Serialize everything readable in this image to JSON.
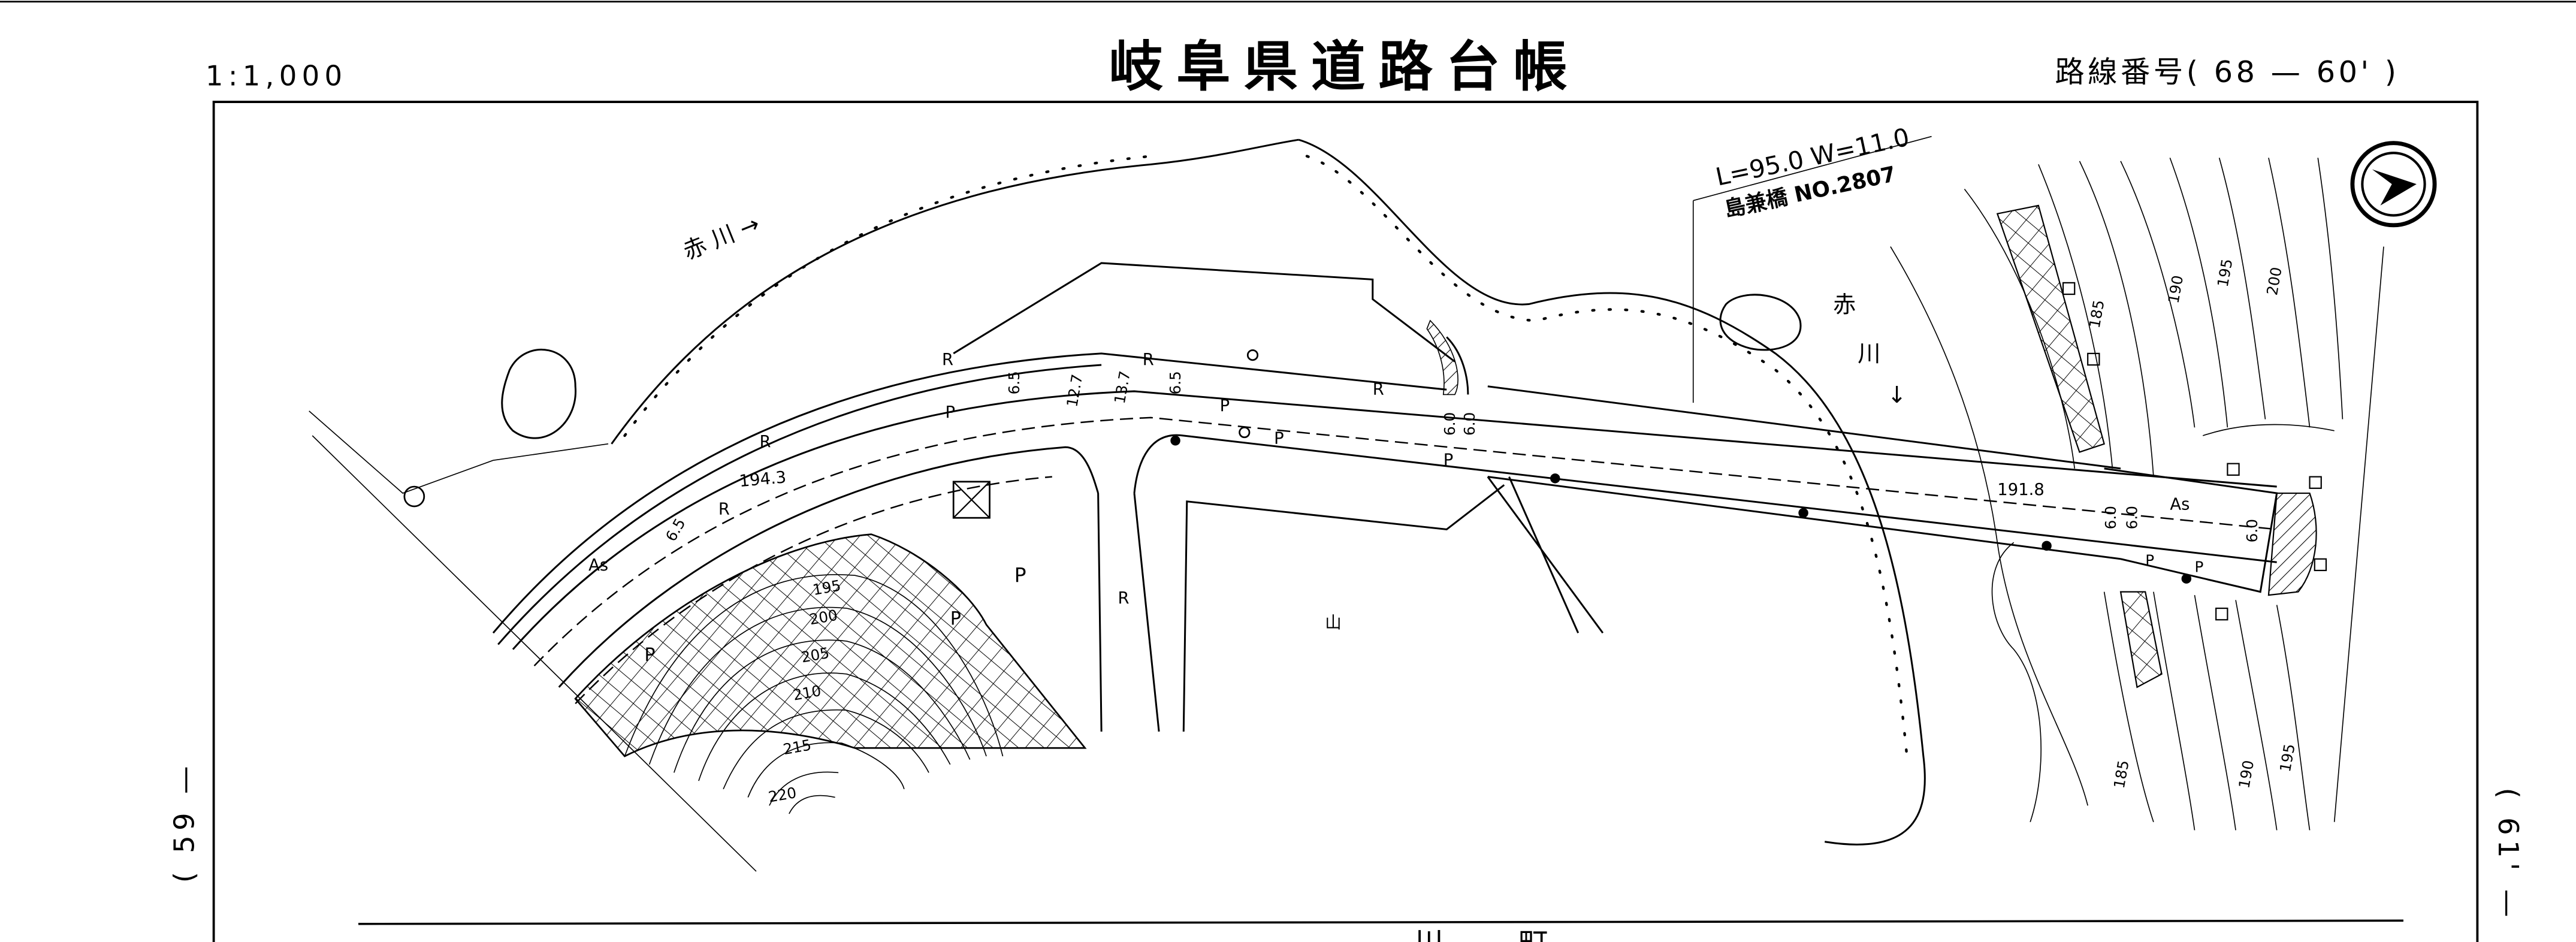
{
  "header": {
    "scale": "1:1,000",
    "title": "岐阜県道路台帳",
    "route_number": "路線番号( 68  —  60' )"
  },
  "sheet_neighbors": {
    "left": "( 59 —",
    "right": "( 61' —"
  },
  "bottom_partial_text": "川  町",
  "bridge": {
    "dimensions": "L=95.0  W=11.0",
    "name_number": "島兼橋  NO.2807"
  },
  "rivers": {
    "upper_left": "赤 川 →",
    "right_char1": "赤",
    "right_char2": "川",
    "right_arrow": "↓"
  },
  "elevations": {
    "left": "194.3",
    "right": "191.8"
  },
  "widths": [
    "6.5",
    "12.7",
    "13.7",
    "6.5",
    "6.5",
    "6.0",
    "6.0",
    "6.0",
    "6.0",
    "6.0"
  ],
  "surface_labels": {
    "asphalt": "As",
    "paved": "P",
    "road": "R",
    "mountain": "山"
  },
  "contours_left": [
    "195",
    "200",
    "205",
    "210",
    "215",
    "220"
  ],
  "contours_right": [
    "185",
    "190",
    "195",
    "200",
    "185",
    "190",
    "195"
  ],
  "north_arrow": "north-arrow"
}
